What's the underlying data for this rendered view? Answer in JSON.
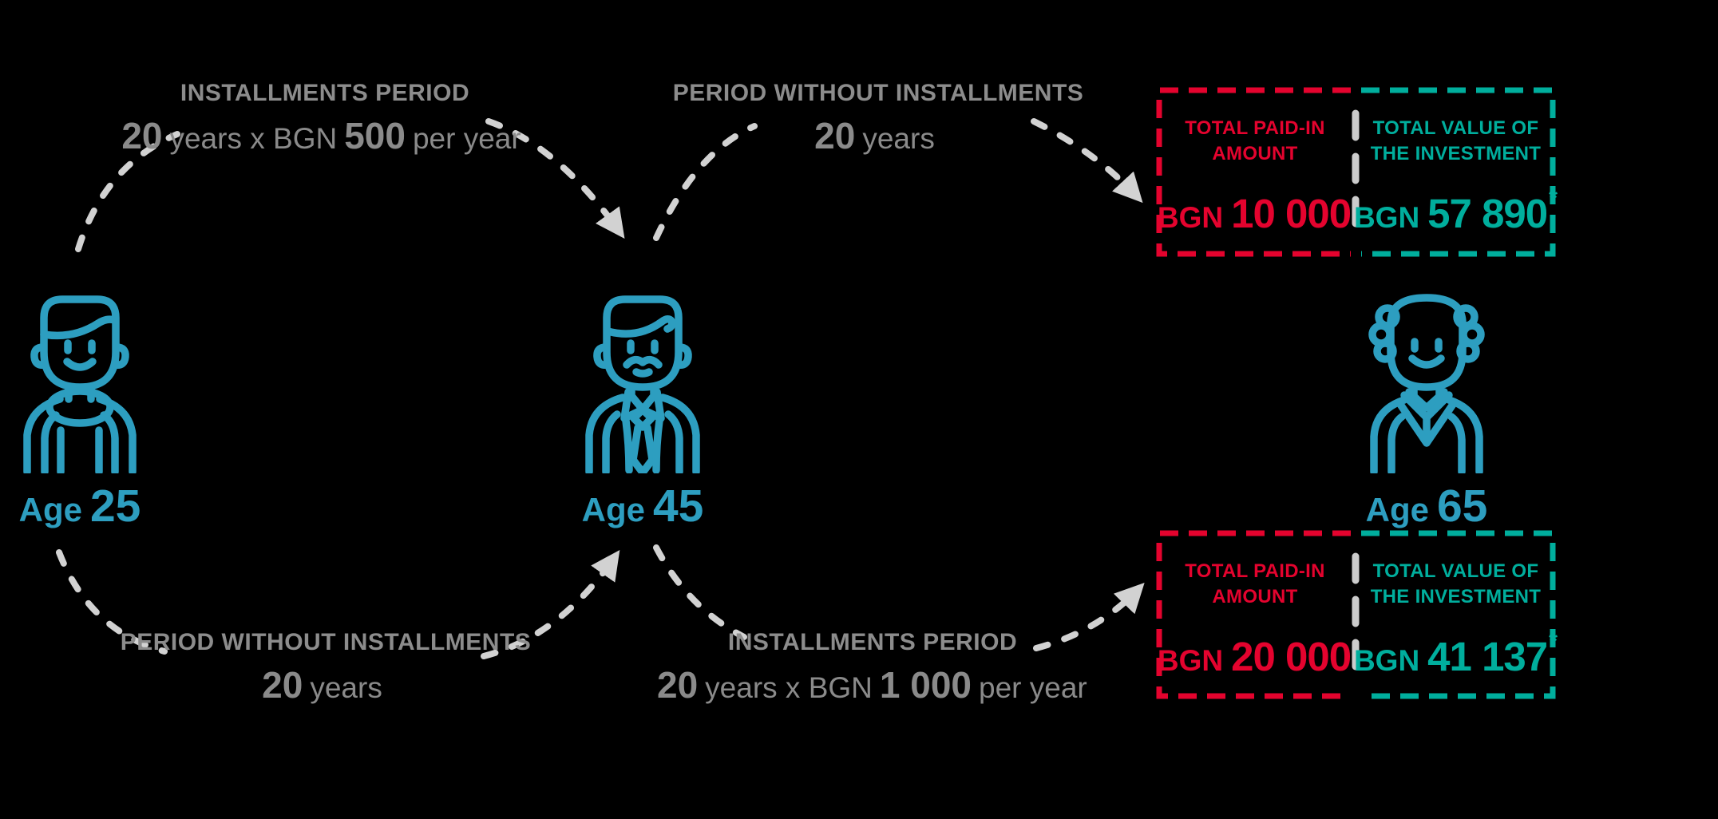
{
  "background": "#000000",
  "colors": {
    "person_blue": "#2D9EC0",
    "paid_red": "#E4032E",
    "value_teal": "#00AE9D",
    "label_gray": "#8C8C8C",
    "dash_gray": "#D2D2D2"
  },
  "icons": {
    "young-man-icon": "blue line-art man in tank top",
    "middle-aged-man-icon": "blue line-art man with mustache, shirt and tie",
    "senior-man-icon": "blue line-art balding man with side curls and v-neck sweater"
  },
  "people": [
    {
      "prefix": "Age",
      "age": "25"
    },
    {
      "prefix": "Age",
      "age": "45"
    },
    {
      "prefix": "Age",
      "age": "65"
    }
  ],
  "segments": {
    "top_left": {
      "title": "INSTALLMENTS PERIOD",
      "num1": "20",
      "mid": "years x BGN",
      "num2": "500",
      "tail": "per year"
    },
    "top_mid": {
      "title": "PERIOD WITHOUT INSTALLMENTS",
      "num1": "20",
      "tail": "years"
    },
    "bottom_left": {
      "title": "PERIOD WITHOUT INSTALLMENTS",
      "num1": "20",
      "tail": "years"
    },
    "bottom_mid": {
      "title": "INSTALLMENTS PERIOD",
      "num1": "20",
      "mid": "years x BGN",
      "num2": "1 000",
      "tail": "per year"
    }
  },
  "results": {
    "top": {
      "paid": {
        "line1": "TOTAL PAID-IN",
        "line2": "AMOUNT",
        "currency": "BGN",
        "amount": "10 000",
        "note": ""
      },
      "value": {
        "line1": "TOTAL VALUE OF",
        "line2": "THE INVESTMENT",
        "currency": "BGN",
        "amount": "57 890",
        "note": "*"
      }
    },
    "bottom": {
      "paid": {
        "line1": "TOTAL PAID-IN",
        "line2": "AMOUNT",
        "currency": "BGN",
        "amount": "20 000",
        "note": ""
      },
      "value": {
        "line1": "TOTAL VALUE OF",
        "line2": "THE INVESTMENT",
        "currency": "BGN",
        "amount": "41 137",
        "note": "*"
      }
    }
  }
}
